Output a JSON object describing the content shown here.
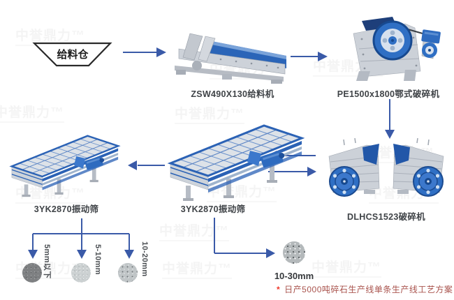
{
  "watermark": {
    "text": "中誉鼎力™"
  },
  "feed_bin": {
    "label": "给料仓"
  },
  "machines": {
    "feeder": {
      "label": "ZSW490X130给料机"
    },
    "jaw_crusher": {
      "label": "PE1500x1800鄂式破碎机"
    },
    "impact_crusher": {
      "label": "DLHCS1523破碎机"
    },
    "screen_mid": {
      "label": "3YK2870振动筛"
    },
    "screen_left": {
      "label": "3YK2870振动筛"
    }
  },
  "outputs": {
    "fine": {
      "label": "5mm以下"
    },
    "small": {
      "label": "5-10mm"
    },
    "medium": {
      "label": "10-20mm"
    },
    "coarse": {
      "label": "10-30mm"
    }
  },
  "footnote": {
    "marker": "*",
    "text": "日产5000吨碎石生产线单条生产线工艺方案"
  },
  "colors": {
    "arrow_blue": "#3a5aa8",
    "machine_blue": "#2e6fc0",
    "machine_gray": "#ccd1d8",
    "footnote_marker_red": "#ef372a",
    "footnote_text_red": "#a9534d"
  }
}
